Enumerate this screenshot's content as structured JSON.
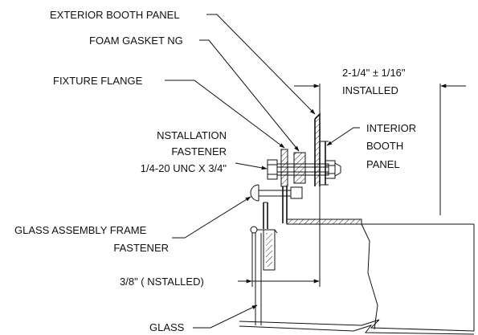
{
  "labels": {
    "exterior_booth_panel": "EXTERIOR BOOTH PANEL",
    "foam_gasket": "FOAM GASKET NG",
    "fixture_flange": "FIXTURE FLANGE",
    "installation_fastener_1": "NSTALLATION",
    "installation_fastener_2": "FASTENER",
    "installation_fastener_3": "1/4-20 UNC X 3/4\"",
    "interior_booth_panel_1": "INTERIOR",
    "interior_booth_panel_2": "BOOTH",
    "interior_booth_panel_3": "PANEL",
    "glass_frame_fastener_1": "GLASS ASSEMBLY FRAME",
    "glass_frame_fastener_2": "FASTENER",
    "dimension_top_1": "2-1/4\" ± 1/16\"",
    "dimension_top_2": "INSTALLED",
    "dimension_bottom": "3/8\" ( NSTALLED)",
    "glass": "GLASS"
  },
  "colors": {
    "line": "#111111",
    "background": "#ffffff"
  }
}
